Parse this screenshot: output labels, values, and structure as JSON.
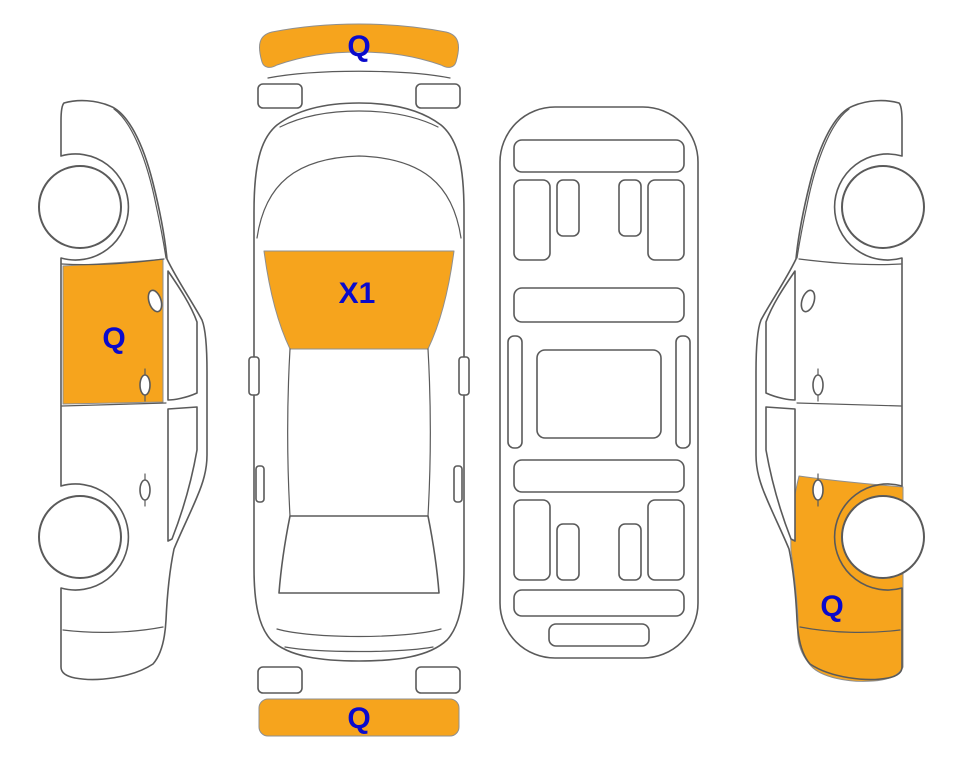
{
  "colors": {
    "damage_highlight": "#F6A41D",
    "label_text": "#0A0ACC",
    "outline": "#5A5A5A",
    "background": "#FFFFFF"
  },
  "damage_marks": [
    {
      "view": "top",
      "zone": "front-bumper",
      "code": "Q"
    },
    {
      "view": "top",
      "zone": "windshield",
      "code": "X1"
    },
    {
      "view": "top",
      "zone": "rear-bumper",
      "code": "Q"
    },
    {
      "view": "left-side",
      "zone": "front-door",
      "code": "Q"
    },
    {
      "view": "right-side",
      "zone": "rear-quarter-panel",
      "code": "Q"
    }
  ]
}
